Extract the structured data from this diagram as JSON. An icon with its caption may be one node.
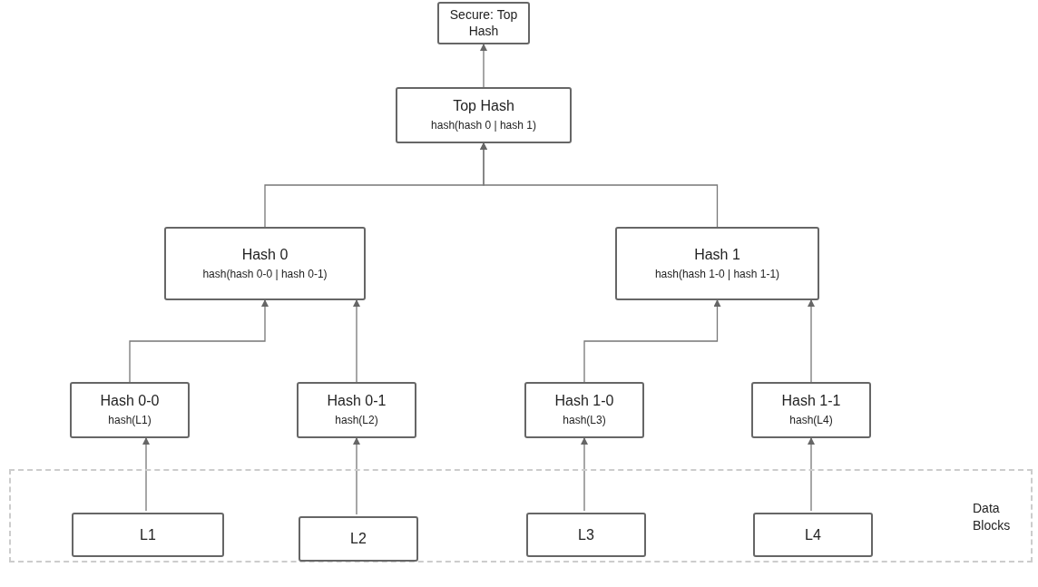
{
  "diagram": {
    "nodes": [
      {
        "text": [
          "Secure: Top Hash"
        ]
      },
      {
        "text": [
          "Top Hash",
          "hash(hash 0 | hash 1)"
        ]
      },
      {
        "text": [
          "Hash 0",
          "hash(hash 0-0 | hash 0-1)"
        ]
      },
      {
        "text": [
          "Hash 1",
          "hash(hash 1-0 | hash 1-1)"
        ]
      },
      {
        "text": [
          "Hash 0-0",
          "hash(L1)"
        ]
      },
      {
        "text": [
          "Hash 0-1",
          "hash(L2)"
        ]
      },
      {
        "text": [
          "Hash 1-0",
          "hash(L3)"
        ]
      },
      {
        "text": [
          "Hash 1-1",
          "hash(L4)"
        ]
      },
      {
        "text": [
          "Data Blocks"
        ]
      },
      {
        "text": [
          "L1"
        ],
        "in": 8
      },
      {
        "text": [
          "L2"
        ],
        "in": 8
      },
      {
        "text": [
          "L3"
        ],
        "in": 8
      },
      {
        "text": [
          "L4"
        ],
        "in": 8
      }
    ],
    "edges": [
      {
        "from": 1,
        "to": 0,
        "arrow": "to"
      },
      {
        "from": 2,
        "to": 1,
        "arrow": "to"
      },
      {
        "from": 3,
        "to": 1,
        "arrow": "to"
      },
      {
        "from": 4,
        "to": 2,
        "arrow": "to"
      },
      {
        "from": 5,
        "to": 2,
        "arrow": "to"
      },
      {
        "from": 6,
        "to": 3,
        "arrow": "to"
      },
      {
        "from": 7,
        "to": 3,
        "arrow": "to"
      },
      {
        "from": 9,
        "to": 4,
        "arrow": "to"
      },
      {
        "from": 10,
        "to": 5,
        "arrow": "to"
      },
      {
        "from": 11,
        "to": 6,
        "arrow": "to"
      },
      {
        "from": 12,
        "to": 7,
        "arrow": "to"
      }
    ]
  }
}
